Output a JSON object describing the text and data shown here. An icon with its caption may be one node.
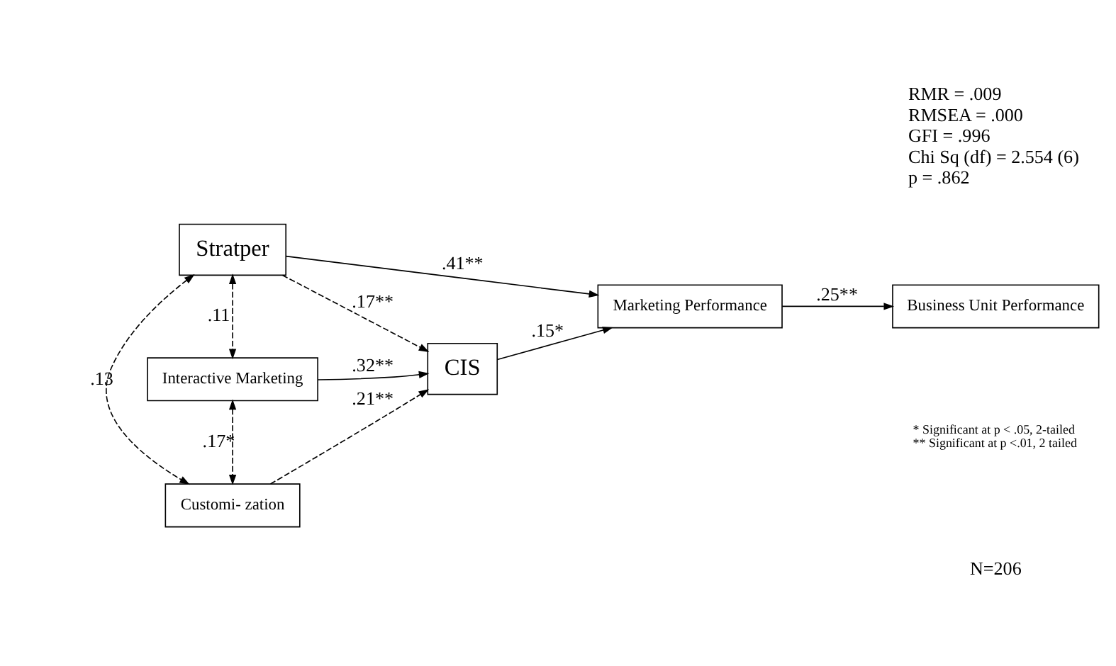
{
  "diagram": {
    "nodes": [
      {
        "text": [
          "Stratper"
        ]
      },
      {
        "text": [
          "Interactive Marketing"
        ]
      },
      {
        "text": [
          "Customi- zation"
        ]
      },
      {
        "text": [
          "CIS"
        ]
      },
      {
        "text": [
          "Marketing Performance"
        ]
      },
      {
        "text": [
          "Business Unit Performance"
        ]
      }
    ],
    "edges": [
      {
        "from": 0,
        "to": 1,
        "arrow": "both",
        "label": ".11",
        "style": "dashed"
      },
      {
        "from": 1,
        "to": 2,
        "arrow": "both",
        "label": ".17*",
        "style": "dashed"
      },
      {
        "from": 0,
        "to": 2,
        "arrow": "both",
        "label": ".13",
        "style": "dashed"
      },
      {
        "from": 0,
        "to": 3,
        "arrow": "to",
        "label": ".17**",
        "style": "dashed"
      },
      {
        "from": 0,
        "to": 4,
        "arrow": "to",
        "label": ".41**"
      },
      {
        "from": 1,
        "to": 3,
        "arrow": "to",
        "label": ".32**"
      },
      {
        "from": 2,
        "to": 3,
        "arrow": "to",
        "label": ".21**",
        "style": "dashed"
      },
      {
        "from": 3,
        "to": 4,
        "arrow": "to",
        "label": ".15*"
      },
      {
        "from": 4,
        "to": 5,
        "arrow": "to",
        "label": ".25**"
      }
    ],
    "labels": [
      "RMR = .009",
      "RMSEA = .000",
      "GFI = .996",
      "Chi Sq (df) = 2.554 (6)",
      "p = .862",
      "* Significant at p < .05, 2-tailed",
      "** Significant at p <.01, 2 tailed",
      "N=206"
    ]
  }
}
